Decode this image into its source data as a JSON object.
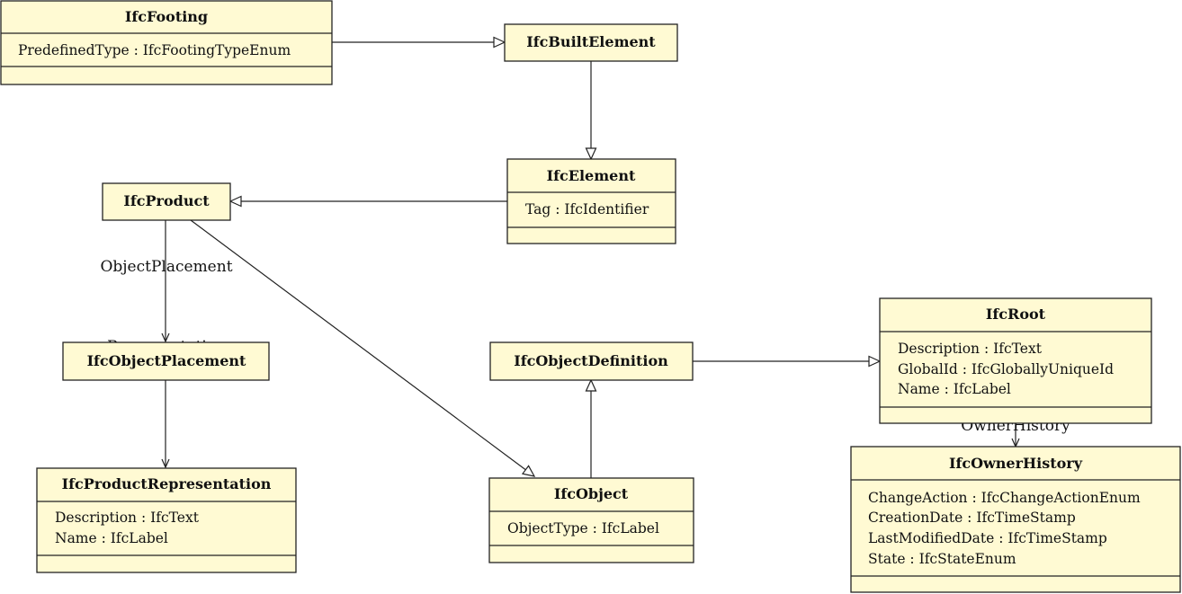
{
  "classes": {
    "footing": {
      "name": "IfcFooting",
      "attributes": [
        "PredefinedType : IfcFootingTypeEnum"
      ]
    },
    "built_element": {
      "name": "IfcBuiltElement",
      "attributes": []
    },
    "element": {
      "name": "IfcElement",
      "attributes": [
        "Tag : IfcIdentifier"
      ]
    },
    "product": {
      "name": "IfcProduct",
      "attributes": []
    },
    "object_placement": {
      "name": "IfcObjectPlacement",
      "attributes": []
    },
    "product_representation": {
      "name": "IfcProductRepresentation",
      "attributes": [
        "Description : IfcText",
        "Name : IfcLabel"
      ]
    },
    "object_definition": {
      "name": "IfcObjectDefinition",
      "attributes": []
    },
    "object": {
      "name": "IfcObject",
      "attributes": [
        "ObjectType : IfcLabel"
      ]
    },
    "root": {
      "name": "IfcRoot",
      "attributes": [
        "Description : IfcText",
        "GlobalId : IfcGloballyUniqueId",
        "Name : IfcLabel"
      ]
    },
    "owner_history": {
      "name": "IfcOwnerHistory",
      "attributes": [
        "ChangeAction : IfcChangeActionEnum",
        "CreationDate : IfcTimeStamp",
        "LastModifiedDate : IfcTimeStamp",
        "State : IfcStateEnum"
      ]
    }
  },
  "relations": {
    "inheritance": [
      {
        "from": "IfcFooting",
        "to": "IfcBuiltElement"
      },
      {
        "from": "IfcBuiltElement",
        "to": "IfcElement"
      },
      {
        "from": "IfcElement",
        "to": "IfcProduct"
      },
      {
        "from": "IfcProduct",
        "to": "IfcObject"
      },
      {
        "from": "IfcObject",
        "to": "IfcObjectDefinition"
      },
      {
        "from": "IfcObjectDefinition",
        "to": "IfcRoot"
      }
    ],
    "associations": [
      {
        "from": "IfcProduct",
        "to": "IfcObjectPlacement",
        "label": "ObjectPlacement"
      },
      {
        "from": "IfcProduct",
        "to": "IfcProductRepresentation",
        "label": "Representation"
      },
      {
        "from": "IfcRoot",
        "to": "IfcOwnerHistory",
        "label": "OwnerHistory"
      }
    ]
  }
}
